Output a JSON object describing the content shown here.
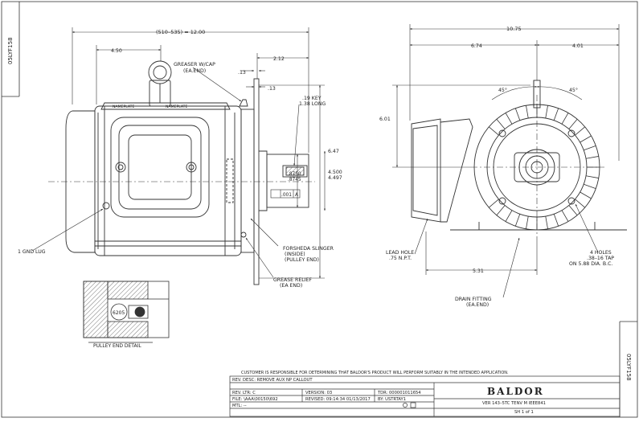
{
  "drawing_id": "05LYF158",
  "side_view": {
    "overall_length": "(510–535) = 12.00",
    "dim_4_50": "4.50",
    "dim_2_12": "2.12",
    "dim_13a": ".13",
    "dim_13b": ".13",
    "dim_6_47": "6.47",
    "key_line1": ".19 KEY",
    "key_line2": "1.38 LONG",
    "shaft_dia_top": ".8750",
    "shaft_dia_bot": ".8745",
    "pilot_dia_top": "4.500",
    "pilot_dia_bot": "4.497",
    "tolerance": ".001",
    "datum": "A",
    "greaser_line1": "GREASER W/CAP",
    "greaser_line2": "(EA.END)",
    "gnd_lug": "1 GND LUG",
    "slinger_line1": "FORSHEDA SLINGER",
    "slinger_line2": "(INSIDE)",
    "slinger_line3": "(PULLEY END)",
    "relief_line1": "GREASE RELIEF",
    "relief_line2": "(EA END)",
    "nameplate": "NAMEPLATE",
    "nameplate2": "NAMEPLATE"
  },
  "end_view": {
    "overall_width": "10.75",
    "dim_6_74": "6.74",
    "dim_4_01": "4.01",
    "dim_6_01": "6.01",
    "angle_left": "45°",
    "angle_right": "45°",
    "dim_5_31": "5.31",
    "lead_line1": "LEAD HOLE",
    "lead_line2": ".75 N.P.T.",
    "holes_line1": "4 HOLES",
    "holes_line2": ".38–16 TAP",
    "holes_line3": "ON 5.88 DIA. B.C.",
    "drain_line1": "DRAIN FITTING",
    "drain_line2": "(EA.END)"
  },
  "detail": {
    "label": "PULLEY END DETAIL",
    "bearing": "6205"
  },
  "title_block": {
    "disclaimer": "CUSTOMER IS RESPONSIBLE FOR DETERMINING THAT BALDOR'S PRODUCT WILL PERFORM SUITABLY IN THE INTENDED APPLICATION.",
    "rev_desc": "REV. DESC: REMOVE AUX NP CALLOUT",
    "rev_ltr": "REV. LTR: C",
    "version": "VERSION: 03",
    "tdr": "TDR: 000001011654",
    "file": "FILE: \\AAA\\00150\\692",
    "revised": "REVISED: 09:14:34 01/13/2017",
    "by": "BY: USTRTAY1",
    "mtl": "MTL: --",
    "brand": "BALDOR",
    "model": "VER 143–5TC TENV M IEEE841",
    "sheet": "SH 1 of 1"
  }
}
